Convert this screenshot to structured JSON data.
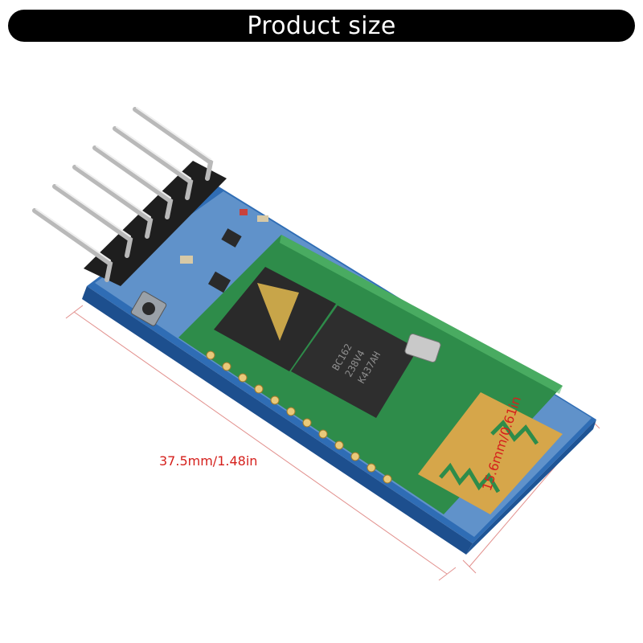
{
  "header": {
    "title": "Product size"
  },
  "dimensions": {
    "length_label": "37.5mm/1.48in",
    "width_label": "15.6mm/0.61in"
  },
  "chip_labels": {
    "line1": "BC162",
    "line2": "238V4",
    "line3": "K437AH"
  },
  "colors": {
    "title_bg": "#000000",
    "title_text": "#ffffff",
    "dimension": "#d5201c",
    "pcb_blue": "#2f6db5",
    "pcb_green": "#2e8c4a",
    "antenna_gold": "#d6a64a"
  }
}
